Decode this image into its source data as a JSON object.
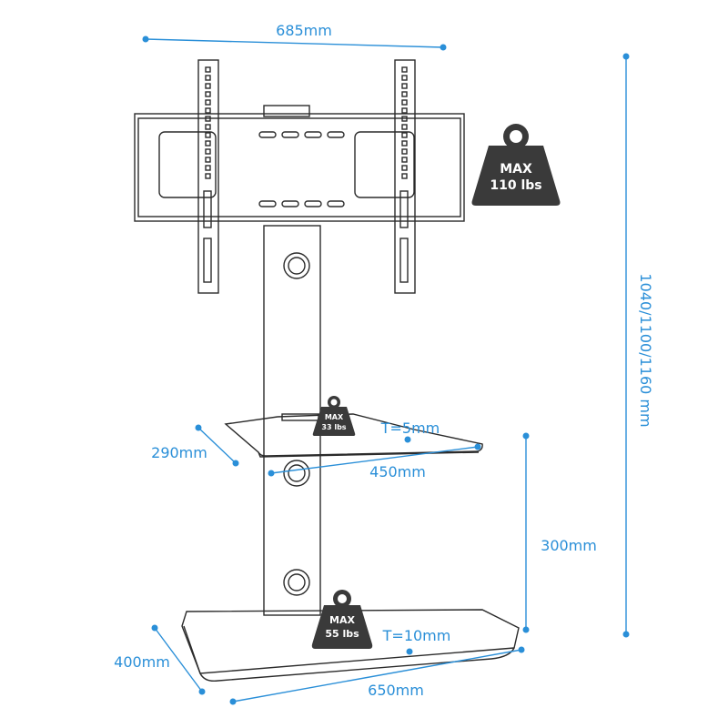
{
  "dimensions": {
    "top_width": "685mm",
    "total_height": "1040/1100/1160 mm",
    "shelf_depth": "290mm",
    "shelf_width": "450mm",
    "shelf_thickness": "T=5mm",
    "shelf_spacing": "300mm",
    "base_depth": "400mm",
    "base_width": "650mm",
    "base_thickness": "T=10mm"
  },
  "weights": {
    "mount": {
      "line1": "MAX",
      "line2": "110 lbs"
    },
    "shelf": {
      "line1": "MAX",
      "line2": "33 lbs"
    },
    "base": {
      "line1": "MAX",
      "line2": "55 lbs"
    }
  },
  "colors": {
    "dimension": "#2a8fd8",
    "badge": "#3a3a3a",
    "outline": "#2b2b2b"
  }
}
